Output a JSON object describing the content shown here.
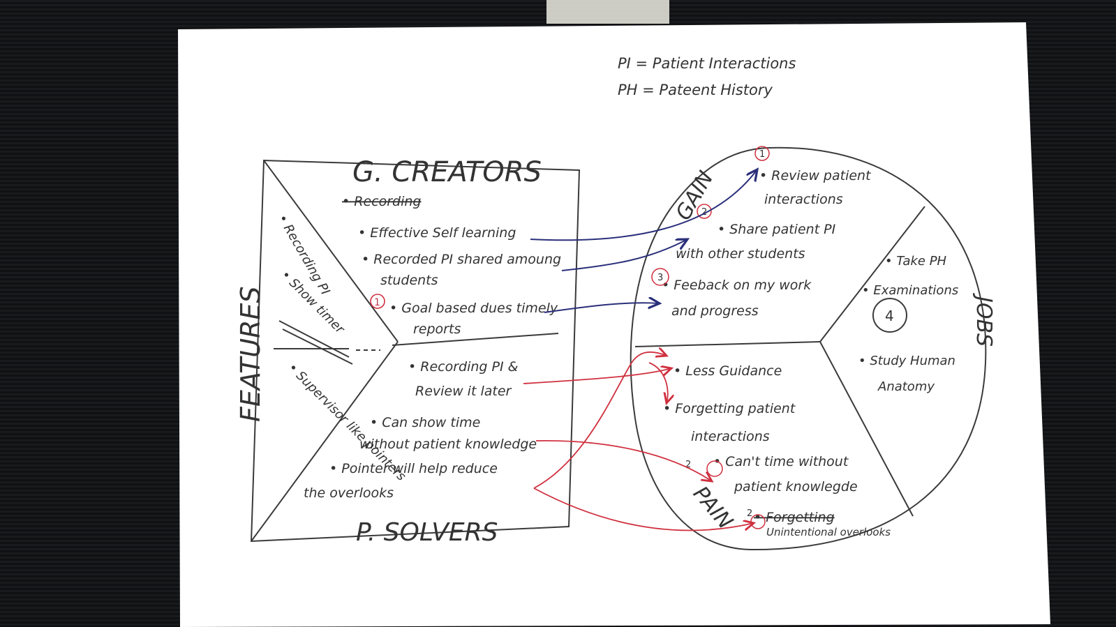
{
  "legend": {
    "pi": "PI = Patient Interactions",
    "ph": "PH = Pateent History"
  },
  "left_map": {
    "gain_creators_title": "G. CREATORS",
    "pain_relievers_title": "P. SOLVERS",
    "features_title": "FEATURES",
    "gain_creators": [
      "• Recording",
      "• Effective Self learning",
      "• Recorded PI shared amoung",
      "students",
      "• Goal based dues timely",
      "reports"
    ],
    "gain_marker": "1",
    "features_items": [
      "• Recording PI",
      "• Show timer",
      "Crossed out",
      "• Supervisor like pointers"
    ],
    "pain_relievers": [
      "• Recording PI &",
      "Review it later",
      "• Can show time",
      "without patient knowledge",
      "• Pointer will help reduce",
      "the overlooks"
    ]
  },
  "right_map": {
    "gain_label": "GAIN",
    "pain_label": "PAIN",
    "jobs_label": "JOBS",
    "gains": [
      "• Review patient",
      "interactions",
      "• Share patient PI",
      "with other students",
      "• Feeback on my work",
      "and progress"
    ],
    "gain_markers": [
      "1",
      "2",
      "3"
    ],
    "jobs": [
      "• Take PH",
      "• Examinations",
      "4",
      "• Study Human",
      "Anatomy"
    ],
    "pains": [
      "• Less Guidance",
      "• Forgetting patient",
      "interactions",
      "• Can't time without",
      "patient knowlegde",
      "• Forgetting",
      "Unintentional overlooks"
    ],
    "pain_markers": [
      "2",
      "2"
    ]
  },
  "colors": {
    "ink": "#333333",
    "blue_arrow": "#2a2f7a",
    "red_arrow": "#d0303f",
    "paper": "#ffffff",
    "background": "#141517"
  }
}
